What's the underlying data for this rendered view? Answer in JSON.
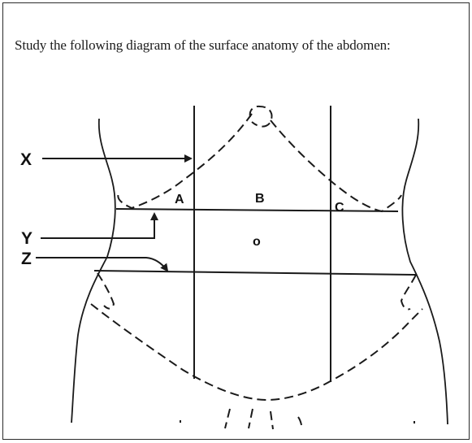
{
  "question": {
    "text": "Study the following diagram of the surface anatomy of the abdomen:"
  },
  "labels": {
    "x": "X",
    "y": "Y",
    "z": "Z",
    "a": "A",
    "b": "B",
    "c": "C",
    "umbilicus": "o"
  }
}
